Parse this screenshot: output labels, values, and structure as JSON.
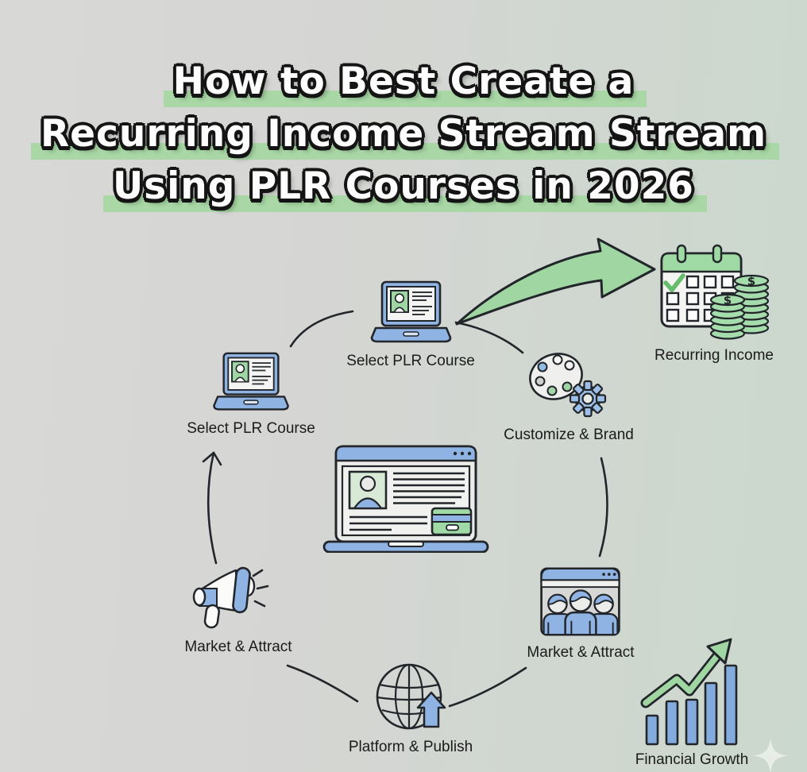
{
  "title": {
    "lines": [
      "How to Best Create a",
      "Recurring Income Stream Stream",
      "Using PLR Courses in 2026"
    ]
  },
  "steps": {
    "select_top": {
      "label": "Select PLR Course",
      "icon": "laptop-course-icon"
    },
    "select_left": {
      "label": "Select PLR Course",
      "icon": "laptop-course-icon"
    },
    "customize": {
      "label": "Customize & Brand",
      "icon": "palette-gear-icon"
    },
    "recurring": {
      "label": "Recurring Income",
      "icon": "calendar-coins-icon"
    },
    "market_left": {
      "label": "Market & Attract",
      "icon": "megaphone-icon"
    },
    "market_right": {
      "label": "Market & Attract",
      "icon": "audience-window-icon"
    },
    "publish": {
      "label": "Platform & Publish",
      "icon": "globe-upload-icon"
    },
    "growth": {
      "label": "Financial Growth",
      "icon": "growth-chart-icon"
    }
  },
  "colors": {
    "background_left": "#d8d8d7",
    "background_right": "#cbd8cd",
    "accent_green": "#9fd6a2",
    "accent_blue": "#8fb4e3",
    "highlight_green": "#a9d8a6",
    "outline": "#22262b"
  }
}
